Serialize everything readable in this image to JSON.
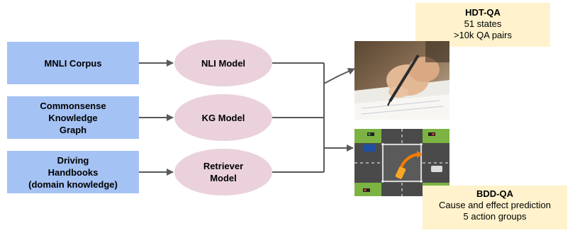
{
  "sources": {
    "mnli": "MNLI Corpus",
    "commonsense": [
      "Commonsense",
      "Knowledge",
      "Graph"
    ],
    "driving": [
      "Driving",
      "Handbooks",
      "(domain knowledge)"
    ]
  },
  "models": {
    "nli": "NLI Model",
    "kg": "KG Model",
    "retriever": [
      "Retriever",
      "Model"
    ]
  },
  "datasets": {
    "hdt": {
      "title": "HDT-QA",
      "lines": [
        "51 states",
        ">10k QA pairs"
      ]
    },
    "bdd": {
      "title": "BDD-QA",
      "lines": [
        "Cause and effect prediction",
        "5 action groups"
      ]
    }
  },
  "colors": {
    "source_fill": "#a4c2f4",
    "model_fill": "#ead1dc",
    "dataset_fill": "#fff2cc",
    "arrow": "#595959"
  },
  "images": {
    "hdt": "writing-hand-photo",
    "bdd": "intersection-illustration"
  }
}
